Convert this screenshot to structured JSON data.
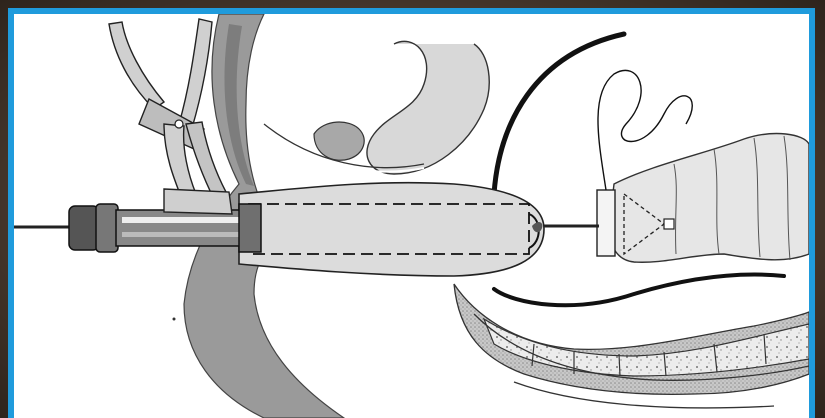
{
  "figure": {
    "background_color": "#ffffff",
    "border_color": "#1f9bdc",
    "frame_color": "#4a3a2e",
    "components": [
      "circular-stapler-instrument",
      "surgical-clamp",
      "rectum-stump",
      "colon-segment",
      "anvil-with-purse-string-suture",
      "sacrum-coccyx",
      "pelvic-tissue",
      "small-bowel-loop"
    ]
  }
}
